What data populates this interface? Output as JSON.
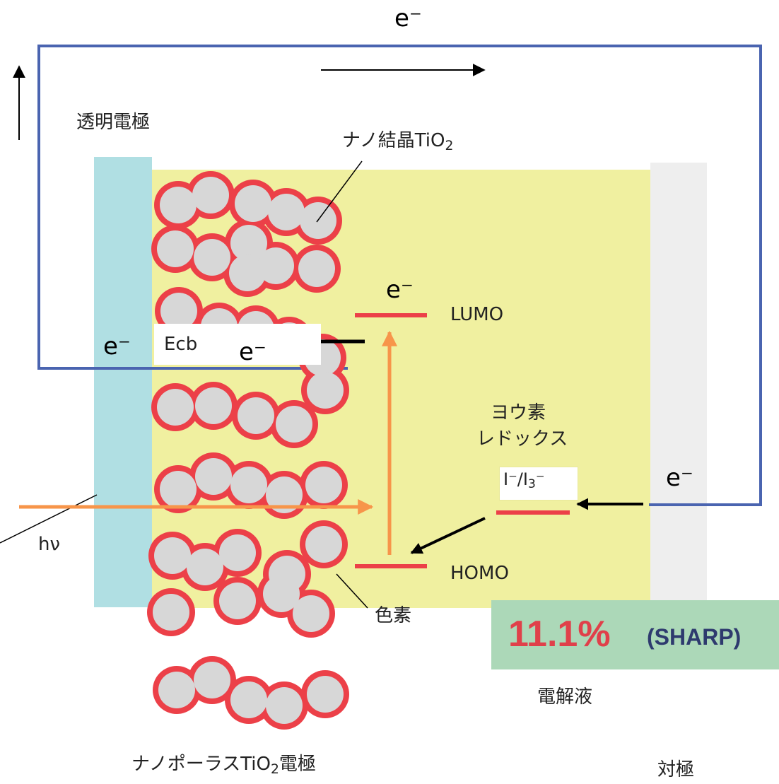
{
  "labels": {
    "electron": "e⁻",
    "transparent_electrode": "透明電極",
    "nanocrystal_prefix": "ナノ結晶TiO",
    "nanocrystal_sub": "2",
    "ecb": "Ecb",
    "lumo": "LUMO",
    "homo": "HOMO",
    "iodine_redox_line1": "ヨウ素",
    "iodine_redox_line2": "レドックス",
    "redox_couple_main": "I⁻/I",
    "redox_couple_sub": "3",
    "redox_couple_tail": "⁻",
    "dye": "色素",
    "light": "hν",
    "electrolyte": "電解液",
    "nanoporous_prefix": "ナノポーラスTiO",
    "nanoporous_sub": "2",
    "nanoporous_suffix": "電極",
    "counter_electrode": "対極",
    "efficiency_value": "11.1%",
    "efficiency_maker": "(SHARP)"
  },
  "colors": {
    "transparent_electrode": "#b0dfe3",
    "electrolyte": "#f0f0a0",
    "counter_electrode": "#eeeeee",
    "circuit_wire": "#4a64b0",
    "dye_shell": "#ec4048",
    "tio2_core": "#d7d7d7",
    "light_arrow": "#f7954a",
    "energy_level": "#ec4048",
    "badge_background": "#acd8b8"
  }
}
